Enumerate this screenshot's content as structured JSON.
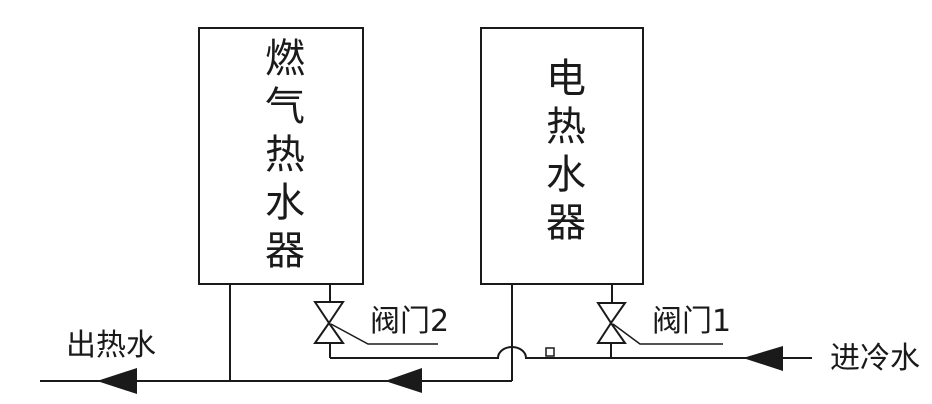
{
  "boxes": {
    "gas_heater": {
      "label": "燃气热水器"
    },
    "electric_heater": {
      "label": "电热水器"
    }
  },
  "labels": {
    "valve2": "阀门2",
    "valve1": "阀门1",
    "hot_water_out": "出热水",
    "cold_water_in": "进冷水"
  },
  "colors": {
    "line": "#1a1a1a",
    "background": "#ffffff"
  }
}
